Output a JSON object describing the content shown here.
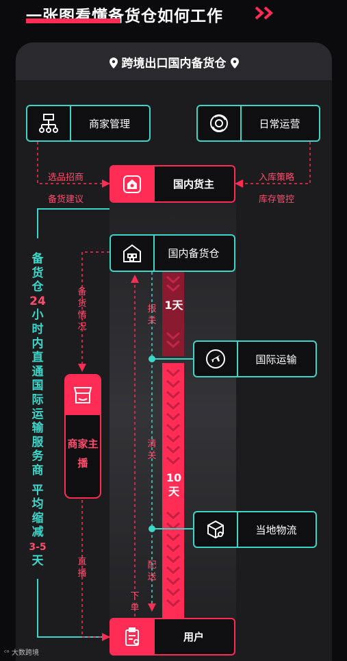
{
  "title": {
    "text": "一张图看懂备货仓如何工作",
    "accent_color": "#ff2d55"
  },
  "panel": {
    "title": "跨境出口国内备货仓"
  },
  "nodes": {
    "merchant_mgmt": {
      "label": "商家管理",
      "icon": "org-chart-icon"
    },
    "daily_ops": {
      "label": "日常运营",
      "icon": "gear-cycle-icon"
    },
    "domestic_seller": {
      "label": "国内货主",
      "icon": "house-icon"
    },
    "warehouse": {
      "label": "国内备货仓",
      "icon": "warehouse-icon"
    },
    "intl_shipping": {
      "label": "国际运输",
      "icon": "airplane-icon"
    },
    "local_logistics": {
      "label": "当地物流",
      "icon": "package-icon"
    },
    "merchant_host": {
      "label": "商家主播",
      "icon": "shop-icon"
    },
    "user": {
      "label": "用户",
      "icon": "clipboard-icon"
    }
  },
  "labels": {
    "selection": "选品招商",
    "stock_advice": "备货建议",
    "inbound_strategy": "入库策略",
    "inventory_control": "库存管控",
    "stock_status": "备货情况",
    "declare": "报关",
    "clearance": "清关",
    "delivery": "配送",
    "livestream": "直播",
    "order": "下单",
    "day1": "1天",
    "day10": "10天"
  },
  "side_note": {
    "part1": "备货仓",
    "num1": "24",
    "part2": "小时内直通国际运输服务商",
    "part3": "平均缩减",
    "num2": "3-5",
    "part4": "天"
  },
  "watermark": "大数跨境",
  "colors": {
    "teal": "#3dd6c9",
    "red": "#ff2d55",
    "background": "#0b0b0d"
  }
}
